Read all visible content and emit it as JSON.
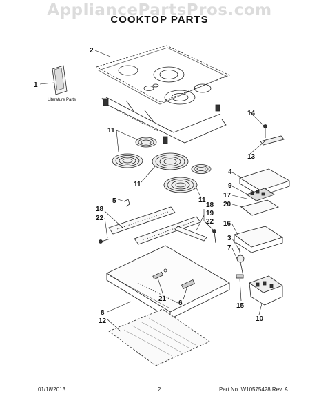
{
  "watermark": "AppliancePartsPros.com",
  "title": "COOKTOP PARTS",
  "literature_label": "Literature Parts",
  "callouts": {
    "c1": "1",
    "c2": "2",
    "c3": "3",
    "c4": "4",
    "c5": "5",
    "c6": "6",
    "c7": "7",
    "c8": "8",
    "c9": "9",
    "c10": "10",
    "c11a": "11",
    "c11b": "11",
    "c11c": "11",
    "c12": "12",
    "c13": "13",
    "c14": "14",
    "c15": "15",
    "c16": "16",
    "c17": "17",
    "c18a": "18",
    "c18b": "18",
    "c19": "19",
    "c20": "20",
    "c21": "21",
    "c22a": "22",
    "c22b": "22"
  },
  "footer": {
    "date": "01/18/2013",
    "page": "2",
    "part_no": "Part No. W10575428  Rev. A"
  }
}
